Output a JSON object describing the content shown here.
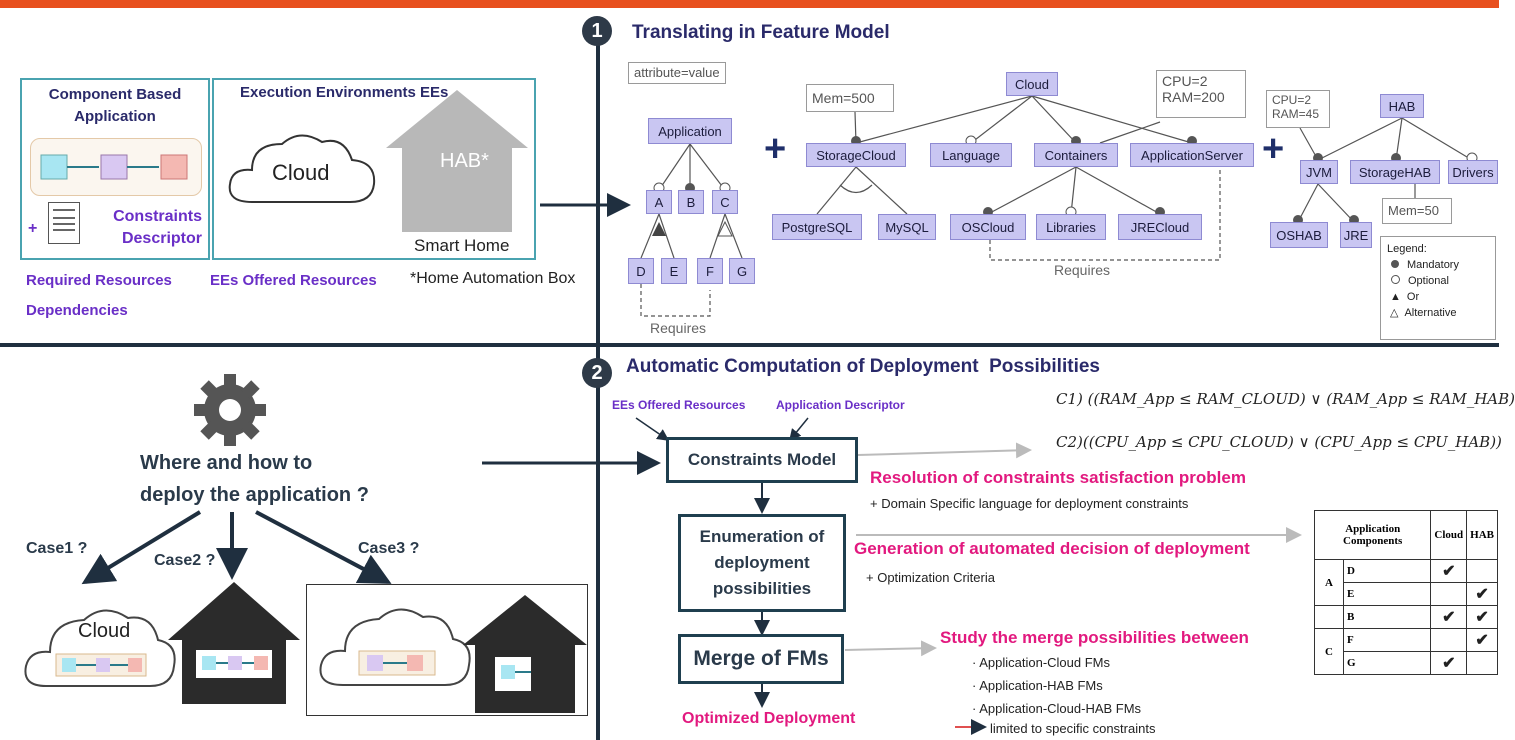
{
  "section1": {
    "number": "1",
    "title": "Translating in Feature Model",
    "app_box_title": "Component Based Application",
    "plus_sign": "+",
    "constraints_descriptor": "Constraints Descriptor",
    "ee_box_title": "Execution Environments EEs",
    "cloud_label": "Cloud",
    "hab_label": "HAB*",
    "smart_home": "Smart Home",
    "required_resources": "Required Resources",
    "dependencies": "Dependencies",
    "ees_offered": "EEs Offered Resources",
    "hab_footnote": "*Home Automation Box"
  },
  "fm_app": {
    "attr": "attribute=value",
    "root": "Application",
    "a": "A",
    "b": "B",
    "c": "C",
    "d": "D",
    "e": "E",
    "f": "F",
    "g": "G",
    "requires": "Requires"
  },
  "fm_cloud": {
    "root": "Cloud",
    "mem": "Mem=500",
    "cpu1": "CPU=2",
    "ram1": "RAM=200",
    "storage": "StorageCloud",
    "language": "Language",
    "containers": "Containers",
    "appserver": "ApplicationServer",
    "postgres": "PostgreSQL",
    "mysql": "MySQL",
    "oscloud": "OSCloud",
    "libraries": "Libraries",
    "jrecloud": "JRECloud",
    "requires": "Requires"
  },
  "fm_hab": {
    "cpu": "CPU=2",
    "ram": "RAM=45",
    "root": "HAB",
    "jvm": "JVM",
    "storage": "StorageHAB",
    "drivers": "Drivers",
    "mem": "Mem=50",
    "oshab": "OSHAB",
    "jre": "JRE"
  },
  "legend": {
    "title": "Legend:",
    "mandatory": "Mandatory",
    "optional": "Optional",
    "or": "Or",
    "alternative": "Alternative"
  },
  "section2": {
    "number": "2",
    "title": "Automatic Computation of Deployment  Possibilities",
    "question_line1": "Where and how to",
    "question_line2": "deploy the application ?",
    "case1": "Case1 ?",
    "case2": "Case2 ?",
    "case3": "Case3 ?",
    "cloud_label": "Cloud",
    "ees_offered": "EEs Offered Resources",
    "app_descriptor": "Application Descriptor",
    "constraints_model": "Constraints Model",
    "enum_line1": "Enumeration of",
    "enum_line2": "deployment",
    "enum_line3": "possibilities",
    "merge_fms": "Merge of FMs",
    "optimized": "Optimized Deployment",
    "c1": "C1) ((RAM_App ≤ RAM_CLOUD) ∨ (RAM_App ≤ RAM_HAB)",
    "c2": "C2)((CPU_App ≤ CPU_CLOUD) ∨ (CPU_App ≤ CPU_HAB))",
    "resolution": "Resolution of constraints satisfaction problem",
    "dsl": "+ Domain Specific language for deployment constraints",
    "generation": "Generation of automated decision of deployment",
    "optim": "+ Optimization Criteria",
    "study": "Study the merge possibilities between",
    "merge1": "· Application-Cloud FMs",
    "merge2": "· Application-HAB FMs",
    "merge3": "· Application-Cloud-HAB FMs",
    "limited": "limited to specific constraints"
  },
  "decision_table": {
    "header_app": "Application Components",
    "header_cloud": "Cloud",
    "header_hab": "HAB",
    "group_a": "A",
    "group_c": "C",
    "check": "✔",
    "rows": [
      {
        "comp": "D",
        "cloud": true,
        "hab": false
      },
      {
        "comp": "E",
        "cloud": false,
        "hab": true
      },
      {
        "comp": "B",
        "cloud": true,
        "hab": true
      },
      {
        "comp": "F",
        "cloud": false,
        "hab": true
      },
      {
        "comp": "G",
        "cloud": true,
        "hab": false
      }
    ]
  },
  "colors": {
    "accent_bar": "#e8501e",
    "feature_fill": "#c9c6f2",
    "purple_text": "#6a2fc7",
    "pink_text": "#e2197f",
    "box_border": "#4aa3b0"
  }
}
